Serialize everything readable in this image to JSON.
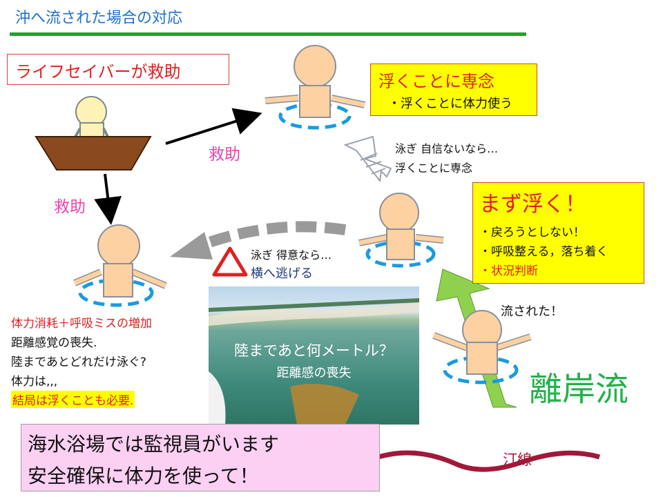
{
  "title": "沖へ流された場合の対応",
  "lifesaver": {
    "label": "ライフセイバーが救助"
  },
  "float_box": {
    "title": "浮くことに専念",
    "sub": "・浮くことに体力使う"
  },
  "rescue_labels": {
    "right": "救助",
    "left": "救助"
  },
  "swim_unsure": {
    "line1": "泳ぎ 自信ないなら…",
    "line2": "浮くことに専念"
  },
  "float_first": {
    "title": "まず浮く！",
    "items": [
      "・戻ろうとしない！",
      "・呼吸整える，落ち着く",
      "・状況判断"
    ]
  },
  "swim_good": {
    "line1": "泳ぎ 得意なら…",
    "line2": "横へ逃げる"
  },
  "swept_label": "流された！",
  "rip_current_label": "離岸流",
  "left_notes": [
    "体力消耗＋呼吸ミスの増加",
    "距離感覚の喪失.",
    "陸まであとどれだけ泳ぐ?",
    "体力は,,,",
    "結局は浮くことも必要."
  ],
  "photo_caption": {
    "line1": "陸まであと何メートル？",
    "line2": "距離感の喪失"
  },
  "lifeguard_box": {
    "line1": "海水浴場では監視員がいます",
    "line2": "安全確保に体力を使って！"
  },
  "shoreline_label": "汀線",
  "colors": {
    "title": "#1f6fd0",
    "title_rule": "#1aa52a",
    "emphasis_red": "#e02020",
    "highlight_yellow": "#ffff00",
    "rescue_pink": "#ee44aa",
    "rip_green": "#22b24c",
    "person_skin": "#fdd1a2",
    "ring_blue": "#1a9ae0",
    "boat_brown": "#8b4a1e",
    "shoreline": "#a0183a",
    "callout_pink": "#fbd0f3"
  },
  "icons": [
    "swimmer-in-ring",
    "lifesaver-in-boat",
    "warning-triangle",
    "hollow-arrow-up",
    "dashed-arrow-left",
    "rip-current-arrow",
    "shoreline-wave"
  ]
}
